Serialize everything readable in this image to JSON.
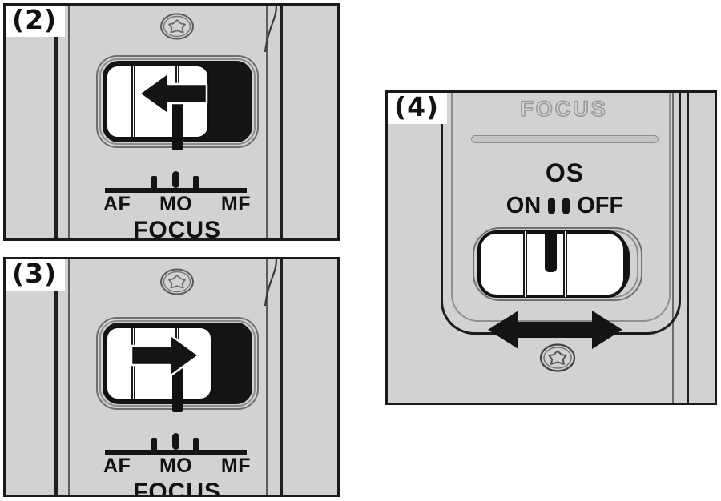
{
  "figure": {
    "type": "technical-illustration",
    "subject": "camera lens focus mode switch and optical stabilizer switch",
    "background_color": "#ffffff",
    "panel_fill_color": "#d2d2d2",
    "line_color": "#141414"
  },
  "panels": [
    {
      "id": "panel-2",
      "badge": "(2)",
      "switch": {
        "name": "focus-mode-switch",
        "knob_position": "right",
        "arrow_direction": "left",
        "arrow_icon": "arrow-left-icon",
        "scale_labels": [
          "AF",
          "MO",
          "MF"
        ],
        "caption": "FOCUS",
        "selected_position": "MF"
      },
      "screw_icon": "star-screw-icon"
    },
    {
      "id": "panel-3",
      "badge": "(3)",
      "switch": {
        "name": "focus-mode-switch",
        "knob_position": "left",
        "arrow_direction": "right",
        "arrow_icon": "arrow-right-icon",
        "scale_labels": [
          "AF",
          "MO",
          "MF"
        ],
        "caption": "FOCUS",
        "selected_position": "AF"
      },
      "screw_icon": "star-screw-icon"
    },
    {
      "id": "panel-4",
      "badge": "(4)",
      "ghost_label": "FOCUS",
      "switch": {
        "name": "os-stabilizer-switch",
        "title": "OS",
        "left_label": "ON",
        "right_label": "OFF",
        "knob_position": "left",
        "arrow_icon": "double-arrow-horizontal-icon",
        "arrow_direction": "both"
      },
      "screw_icon": "star-screw-icon"
    }
  ]
}
